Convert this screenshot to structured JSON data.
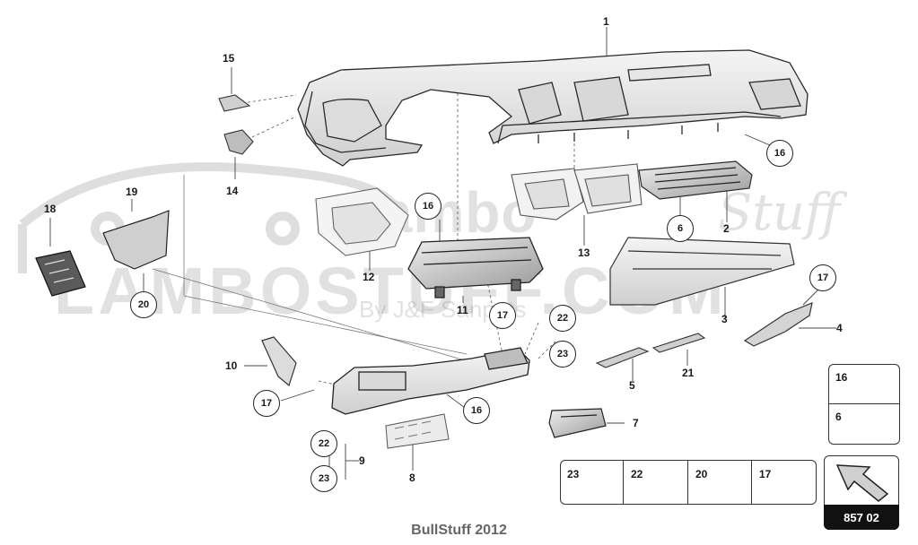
{
  "watermark": {
    "brand_top": "lambo",
    "brand_script": "Stuff",
    "brand_main": "LAMBOSTUFF.COM",
    "brand_sub": "By J&F Sanpots"
  },
  "callouts": [
    {
      "id": "1",
      "shape": "plain"
    },
    {
      "id": "2",
      "shape": "plain"
    },
    {
      "id": "3",
      "shape": "plain"
    },
    {
      "id": "4",
      "shape": "plain"
    },
    {
      "id": "5",
      "shape": "plain"
    },
    {
      "id": "6",
      "shape": "circle"
    },
    {
      "id": "7",
      "shape": "plain"
    },
    {
      "id": "8",
      "shape": "plain"
    },
    {
      "id": "9",
      "shape": "plain"
    },
    {
      "id": "10",
      "shape": "plain"
    },
    {
      "id": "11",
      "shape": "plain"
    },
    {
      "id": "12",
      "shape": "plain"
    },
    {
      "id": "13",
      "shape": "plain"
    },
    {
      "id": "14",
      "shape": "plain"
    },
    {
      "id": "15",
      "shape": "plain"
    },
    {
      "id": "16",
      "shape": "circle"
    },
    {
      "id": "16",
      "shape": "circle"
    },
    {
      "id": "16",
      "shape": "circle"
    },
    {
      "id": "17",
      "shape": "circle"
    },
    {
      "id": "17",
      "shape": "circle"
    },
    {
      "id": "17",
      "shape": "circle"
    },
    {
      "id": "18",
      "shape": "plain"
    },
    {
      "id": "19",
      "shape": "plain"
    },
    {
      "id": "20",
      "shape": "circle"
    },
    {
      "id": "21",
      "shape": "plain"
    },
    {
      "id": "22",
      "shape": "circle"
    },
    {
      "id": "22",
      "shape": "circle"
    },
    {
      "id": "23",
      "shape": "circle"
    },
    {
      "id": "23",
      "shape": "circle"
    }
  ],
  "legend": {
    "fasteners_right": [
      {
        "id": "16",
        "icon": "screw-icon"
      },
      {
        "id": "6",
        "icon": "clip-nut-icon"
      }
    ],
    "fasteners_bottom": [
      {
        "id": "23",
        "icon": "spring-clip-icon"
      },
      {
        "id": "22",
        "icon": "u-clip-icon"
      },
      {
        "id": "20",
        "icon": "pan-screw-icon"
      },
      {
        "id": "17",
        "icon": "screw-icon"
      }
    ]
  },
  "diagram_id": "857 02",
  "footer": "BullStuff 2012",
  "colors": {
    "line": "#2a2a2a",
    "part_fill": "#e9e9e9",
    "part_dark": "#8a8a8a",
    "watermark": "#c8c8c8",
    "badge": "#111111"
  }
}
